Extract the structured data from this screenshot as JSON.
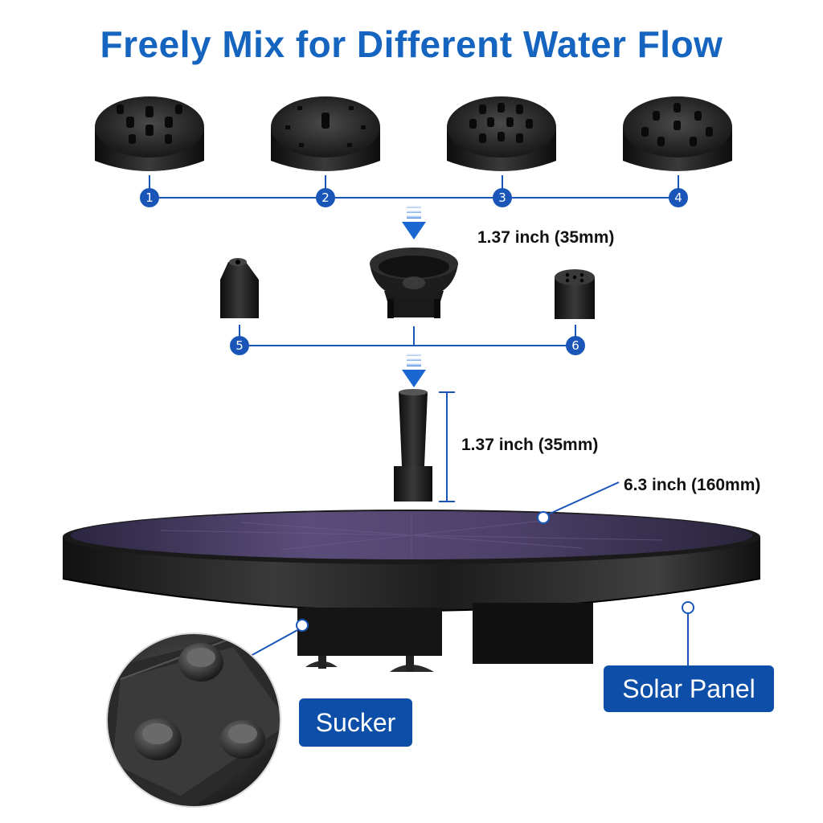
{
  "title": "Freely Mix for Different Water Flow",
  "nozzle_numbers": [
    "1",
    "2",
    "3",
    "4",
    "5",
    "6"
  ],
  "dimensions": {
    "cup_width": "1.37 inch (35mm)",
    "tube_height": "1.37 inch (35mm)",
    "panel_diameter": "6.3 inch (160mm)"
  },
  "labels": {
    "sucker": "Sucker",
    "solar_panel": "Solar Panel"
  },
  "colors": {
    "title": "#1565c0",
    "connector": "#1a56b8",
    "label_bg": "#0d4fa8"
  }
}
